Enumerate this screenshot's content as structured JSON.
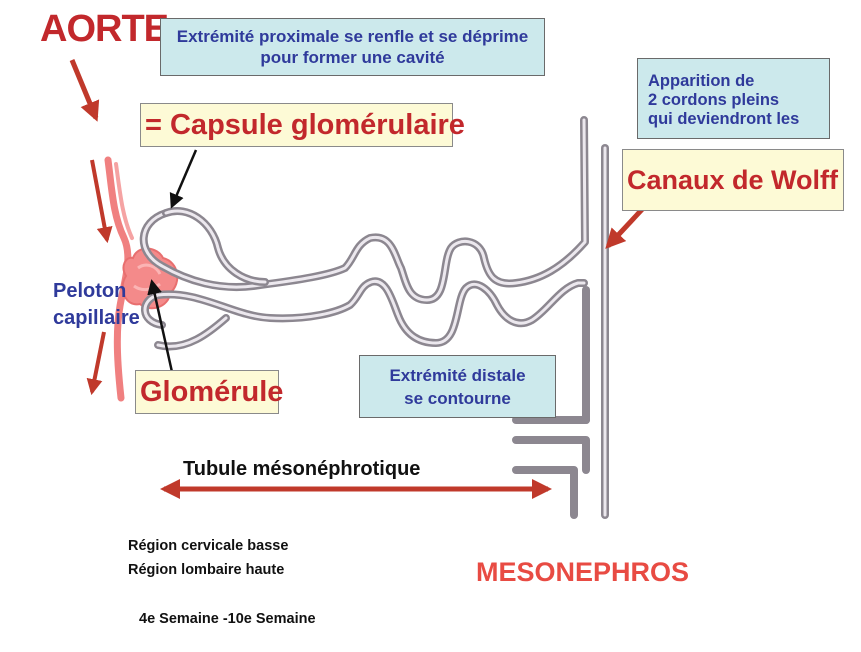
{
  "labels": {
    "aorte": "AORTE",
    "proximal_line1": "Extrémité proximale se renfle et se déprime",
    "proximal_line2": "pour former une cavité",
    "capsule": "= Capsule glomérulaire",
    "apparition_line1": "Apparition de",
    "apparition_line2": "2 cordons pleins",
    "apparition_line3": "qui deviendront les",
    "canaux_wolff": "Canaux de Wolff",
    "peloton_line1": "Peloton",
    "peloton_line2": "capillaire",
    "glomerule": "Glomérule",
    "distal_line1": "Extrémité distale",
    "distal_line2": "se contourne",
    "tubule": "Tubule mésonéphrotique",
    "mesonephros": "MESONEPHROS",
    "region_line1": "Région cervicale basse",
    "region_line2": "Région  lombaire haute",
    "semaine": "4e Semaine -10e Semaine"
  },
  "colors": {
    "title_red": "#c2282c",
    "text_blue": "#2f3a9b",
    "arrow_red": "#c0392b",
    "tube_grey": "#8c8790",
    "vessel_pink": "#f08080",
    "blue_box": "#cce9ec",
    "yellow_box": "#fdfad6",
    "mesonephros_orange": "#e84b43"
  }
}
